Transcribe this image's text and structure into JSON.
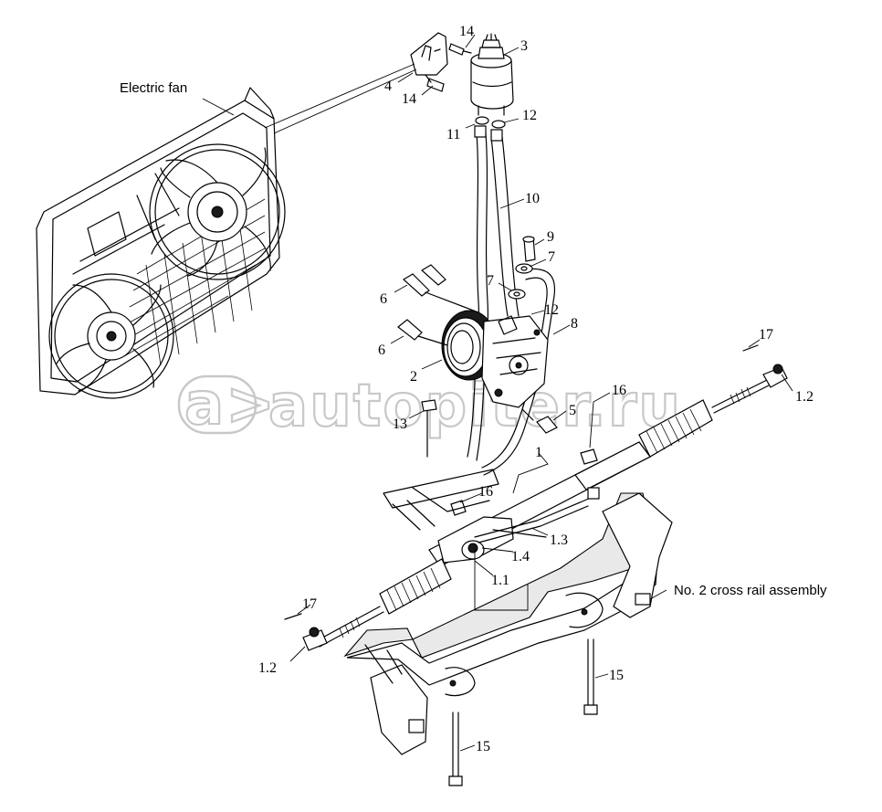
{
  "labels": {
    "electric_fan": "Electric fan",
    "cross_rail": "No. 2 cross rail assembly"
  },
  "callouts": {
    "c1": "1",
    "c1_1": "1.1",
    "c1_2a": "1.2",
    "c1_2b": "1.2",
    "c1_3": "1.3",
    "c1_4": "1.4",
    "c2": "2",
    "c3": "3",
    "c4": "4",
    "c5": "5",
    "c6a": "6",
    "c6b": "6",
    "c7a": "7",
    "c7b": "7",
    "c8": "8",
    "c9": "9",
    "c10": "10",
    "c11": "11",
    "c12a": "12",
    "c12b": "12",
    "c13": "13",
    "c14a": "14",
    "c14b": "14",
    "c15a": "15",
    "c15b": "15",
    "c16a": "16",
    "c16b": "16",
    "c17a": "17",
    "c17b": "17"
  },
  "watermark": {
    "text": "autopiter.ru",
    "mark": "a>",
    "color": "#c8c8c8"
  }
}
